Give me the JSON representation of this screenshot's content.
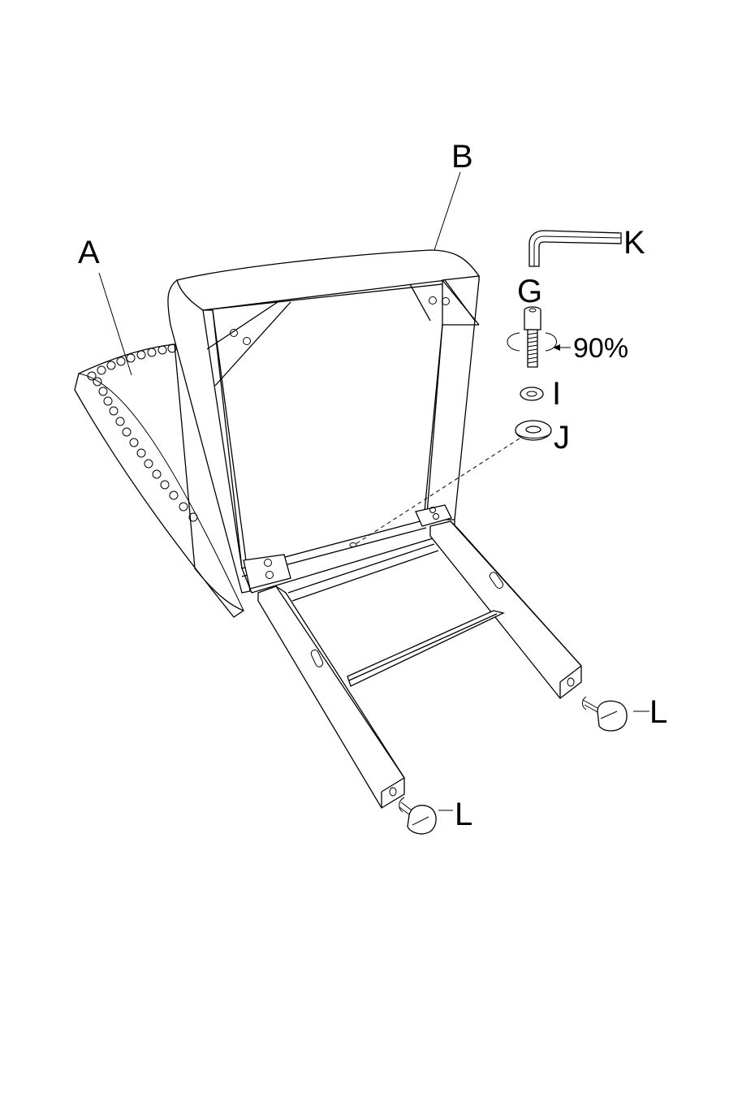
{
  "labels": {
    "seat": "A",
    "back_frame": "B",
    "bolt": "G",
    "lock_washer": "I",
    "flat_washer": "J",
    "allen_key": "K",
    "foot_glide_right": "L",
    "foot_glide_left": "L",
    "rotation_note": "90%"
  }
}
